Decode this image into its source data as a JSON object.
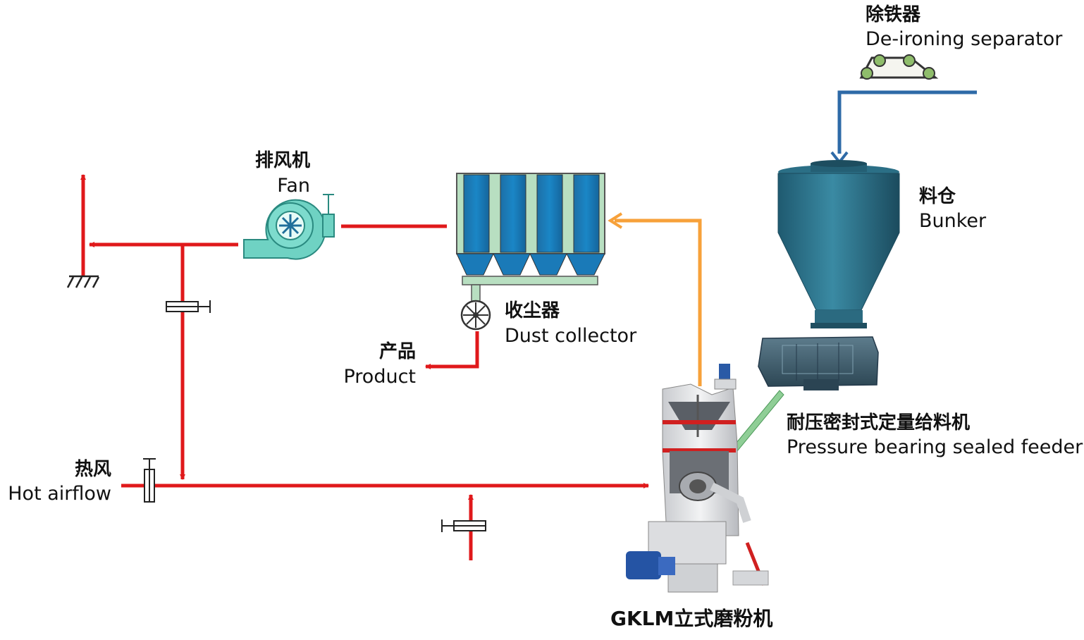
{
  "labels": {
    "deironing_zh": "除铁器",
    "deironing_en": "De-ironing separator",
    "bunker_zh": "料仓",
    "bunker_en": "Bunker",
    "fan_zh": "排风机",
    "fan_en": "Fan",
    "dust_zh": "收尘器",
    "dust_en": "Dust collector",
    "product_zh": "产品",
    "product_en": "Product",
    "feeder_zh": "耐压密封式定量给料机",
    "feeder_en": "Pressure bearing sealed feeder",
    "hot_zh": "热风",
    "hot_en": "Hot airflow",
    "mill": "GKLM立式磨粉机"
  },
  "colors": {
    "airflow": "#e0191b",
    "material": "#2e6aa7",
    "powder": "#f7a13a",
    "feed_chute": "#8fce96",
    "collector_bag": "#1674b3",
    "collector_frame": "#b8dfc1",
    "fan_body": "#6fd2c3",
    "bunker": "#2a6e86",
    "feeder": "#3f5f6f",
    "motor": "#2554a4",
    "mill_body": "#e7e8ea"
  }
}
